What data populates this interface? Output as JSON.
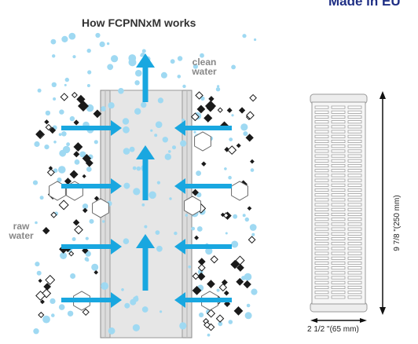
{
  "header": {
    "made_in": "Made in EU",
    "title": "How FCPNNxM works"
  },
  "labels": {
    "clean_line1": "clean",
    "clean_line2": "water",
    "raw_line1": "raw",
    "raw_line2": "water"
  },
  "dimensions": {
    "height": "9 7/8 \"(250 mm)",
    "width": "2 1/2 \"(65 mm)"
  },
  "colors": {
    "arrow": "#19a7e0",
    "bubble": "#9fd9f2",
    "particle_dark": "#1a1a1a",
    "cartridge_fill": "#f4f4f4",
    "cartridge_stroke": "#9a9a9a",
    "brand": "#1f2f85"
  }
}
